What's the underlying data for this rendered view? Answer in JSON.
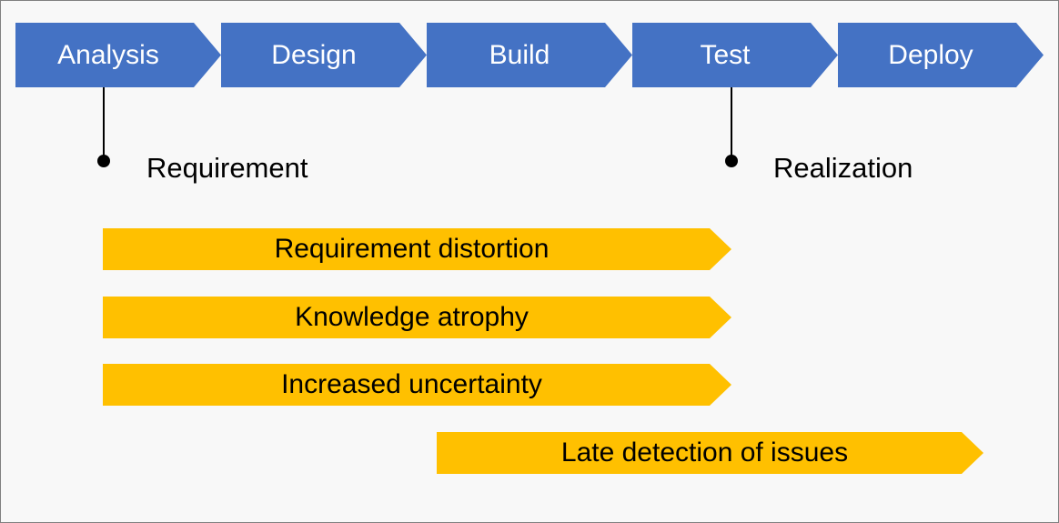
{
  "colors": {
    "background": "#F8F8F8",
    "border": "#808080",
    "stage_blue": "#4472C4",
    "stage_text": "#FFFFFF",
    "bar_yellow": "#FFC000",
    "bar_text": "#000000",
    "label_text": "#000000",
    "connector": "#000000"
  },
  "process_flow": {
    "stages": [
      {
        "label": "Analysis"
      },
      {
        "label": "Design"
      },
      {
        "label": "Build"
      },
      {
        "label": "Test"
      },
      {
        "label": "Deploy"
      }
    ]
  },
  "callouts": [
    {
      "label": "Requirement",
      "anchor_stage": "Analysis"
    },
    {
      "label": "Realization",
      "anchor_stage": "Test"
    }
  ],
  "issue_bars": {
    "items": [
      {
        "label": "Requirement distortion"
      },
      {
        "label": "Knowledge atrophy"
      },
      {
        "label": "Increased uncertainty"
      },
      {
        "label": "Late detection of issues"
      }
    ]
  }
}
